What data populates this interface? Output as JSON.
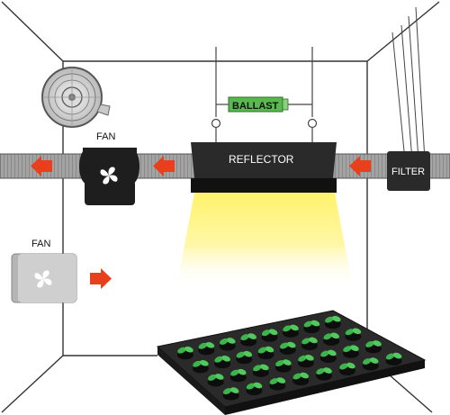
{
  "labels": {
    "fan_top": "FAN",
    "fan_side": "FAN",
    "reflector": "REFLECTOR",
    "ballast": "BALLAST",
    "filter": "FILTER"
  },
  "colors": {
    "line": "#333333",
    "duct": "#9a9a9a",
    "arrow": "#e8401c",
    "light": "#fff36b",
    "ballast": "#58b94e",
    "plant": "#3cb44b",
    "tray": "#262626"
  },
  "icons": [
    "oscillating-fan-icon",
    "inline-fan-icon",
    "exhaust-fan-icon",
    "airflow-arrow-icon"
  ]
}
